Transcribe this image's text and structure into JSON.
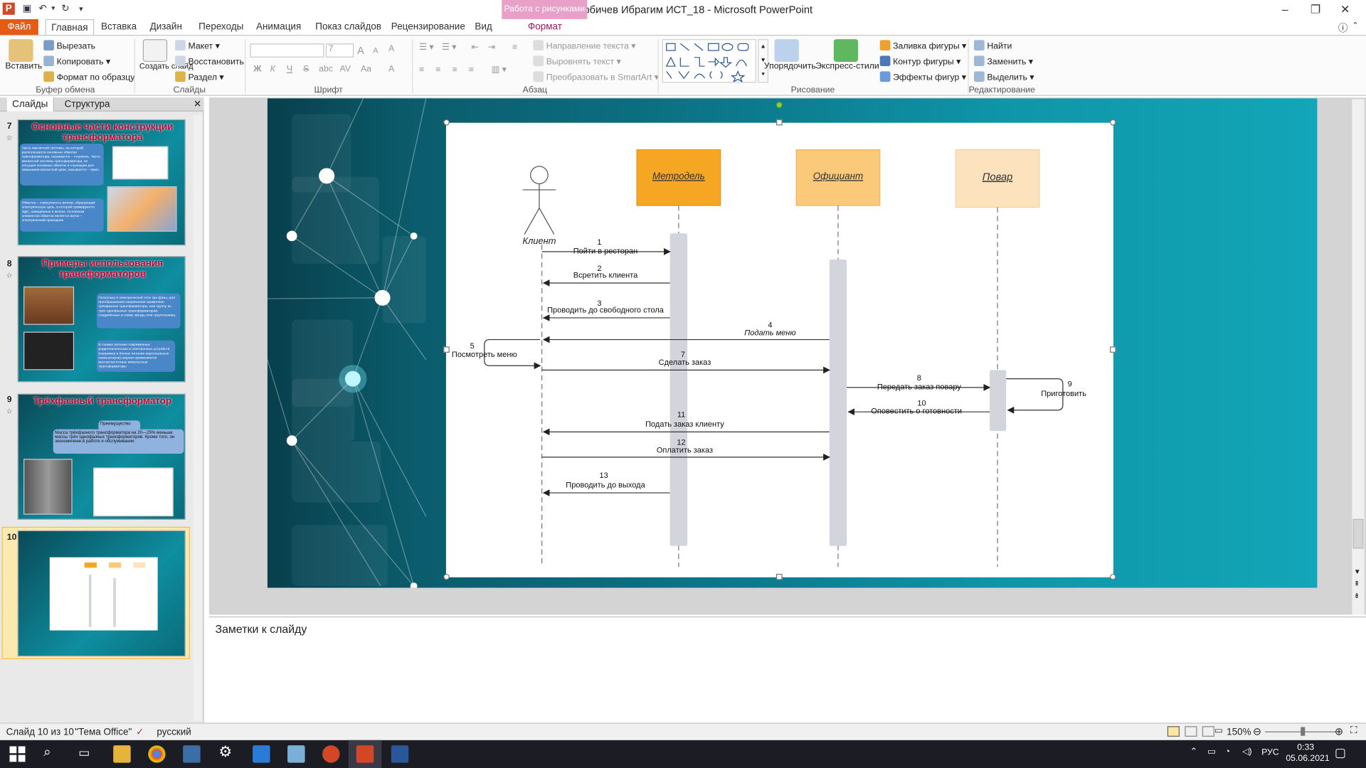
{
  "window": {
    "title": "СР Дербичев Ибрагим ИСТ_18  -  Microsoft PowerPoint",
    "context_tab_group": "Работа с рисунками",
    "controls": [
      "–",
      "❐",
      "✕"
    ]
  },
  "tabs": [
    "Файл",
    "Главная",
    "Вставка",
    "Дизайн",
    "Переходы",
    "Анимация",
    "Показ слайдов",
    "Рецензирование",
    "Вид",
    "Формат"
  ],
  "ribbon": {
    "clipboard": {
      "label": "Буфер обмена",
      "paste": "Вставить",
      "cut": "Вырезать",
      "copy": "Копировать",
      "format_painter": "Формат по образцу"
    },
    "slides": {
      "label": "Слайды",
      "new_slide": "Создать слайд",
      "layout": "Макет",
      "reset": "Восстановить",
      "section": "Раздел"
    },
    "font": {
      "label": "Шрифт",
      "size": "7",
      "bold": "Ж",
      "italic": "К",
      "underline": "Ч",
      "strike": "S",
      "shadow": "abc",
      "spacing": "AV",
      "case": "Aa",
      "grow": "A",
      "shrink": "A",
      "clear": "A",
      "color": "A"
    },
    "paragraph": {
      "label": "Абзац",
      "text_direction": "Направление текста",
      "align_text": "Выровнять текст",
      "smartart": "Преобразовать в SmartArt"
    },
    "drawing": {
      "label": "Рисование",
      "arrange": "Упорядочить",
      "quick_styles": "Экспресс-стили",
      "fill": "Заливка фигуры",
      "outline": "Контур фигуры",
      "effects": "Эффекты фигур"
    },
    "editing": {
      "label": "Редактирование",
      "find": "Найти",
      "replace": "Заменить",
      "select": "Выделить"
    }
  },
  "left_panel": {
    "tabs": [
      "Слайды",
      "Структура"
    ],
    "close": "✕",
    "slides": [
      {
        "number": "7",
        "title": "Основные части конструкции трансформатора",
        "text1": "Часть магнитной системы, на которой располагаются основные обмотки трансформатора, называется – стержень. Часть магнитной системы трансформатора, не несущая основных обмоток и служащая для замыкания магнитной цепи, называется – ярмо.",
        "text2": "Обмотка – совокупность витков, образующих электрическую цепь, в которой суммируются ЭДС, наведённые в витках. Основным элементом обмотки является виток – электрический проводник"
      },
      {
        "number": "8",
        "title": "Примеры использования трансформаторов",
        "text1": "Поскольку в электрической сети три фазы, для преобразования напряжения применяют трёхфазные трансформаторы, или группу из трёх однофазных трансформаторов, соединённых в схему звезды или треугольника.",
        "text2": "В схемах питания современных радиотехнических и электронных устройств (например в блоках питания персональных компьютеров) широко применяются высокочастотные импульсные трансформаторы"
      },
      {
        "number": "9",
        "title": "Трёхфазный трансформатор",
        "badge": "Преимущество",
        "text1": "Масса трёхфазного трансформатора на 20—25% меньше массы трёх однофазных трансформаторов. Кроме того, он экономичнее в работе и обслуживании."
      },
      {
        "number": "10",
        "title": ""
      }
    ]
  },
  "diagram": {
    "actor": "Клиент",
    "lifelines": [
      "Метродель",
      "Официант",
      "Повар"
    ],
    "messages": [
      {
        "n": "1",
        "text": "Пойти в ресторан"
      },
      {
        "n": "2",
        "text": "Всретить клиента"
      },
      {
        "n": "3",
        "text": "Проводить до свободного стола"
      },
      {
        "n": "4",
        "text": "Подать меню"
      },
      {
        "n": "5",
        "text": "Посмотреть меню"
      },
      {
        "n": "7",
        "text": "Сделать заказ"
      },
      {
        "n": "8",
        "text": "Передать заказ повару"
      },
      {
        "n": "9",
        "text": "Приготовить"
      },
      {
        "n": "10",
        "text": "Оповестить о готовности"
      },
      {
        "n": "11",
        "text": "Подать заказ клиенту"
      },
      {
        "n": "12",
        "text": "Оплатить заказ"
      },
      {
        "n": "13",
        "text": "Проводить до выхода"
      }
    ],
    "colors": {
      "metrodel": "#f5a623",
      "oficiant": "#fbc97a",
      "povar": "#fde3bd",
      "activation": "#d2d6dc"
    }
  },
  "notes": {
    "placeholder": "Заметки к слайду"
  },
  "status": {
    "slide": "Слайд 10 из 10",
    "theme": "\"Тема Office\"",
    "language": "русский",
    "zoom": "150%"
  },
  "taskbar": {
    "lang": "РУС",
    "time": "0:33",
    "date": "05.06.2021"
  }
}
